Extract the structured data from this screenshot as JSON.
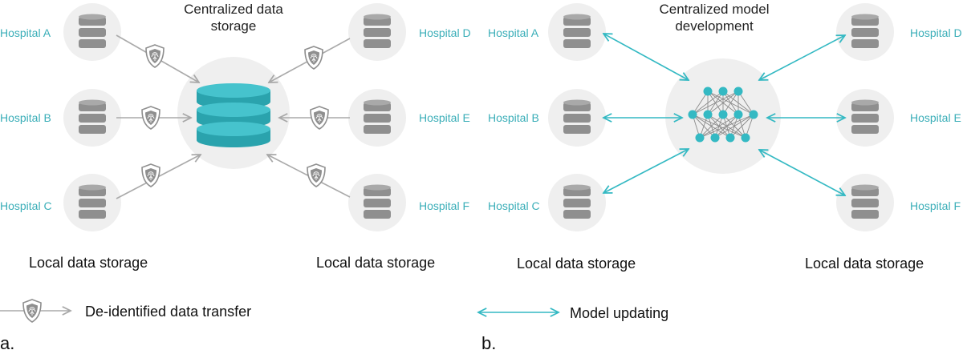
{
  "panel_a": {
    "title_line1": "Centralized data",
    "title_line2": "storage",
    "hospitals": [
      "Hospital A",
      "Hospital B",
      "Hospital C",
      "Hospital D",
      "Hospital E",
      "Hospital F"
    ],
    "local_left": "Local data storage",
    "local_right": "Local data storage",
    "legend": "De-identified data transfer",
    "panel_label": "a."
  },
  "panel_b": {
    "title_line1": "Centralized model",
    "title_line2": "development",
    "hospitals": [
      "Hospital A",
      "Hospital B",
      "Hospital C",
      "Hospital D",
      "Hospital E",
      "Hospital F"
    ],
    "local_left": "Local data storage",
    "local_right": "Local data storage",
    "legend": "Model updating",
    "panel_label": "b."
  },
  "colors": {
    "teal": "#34b9c3",
    "teal_dark": "#2aa3ad",
    "label_teal": "#3aaeb8",
    "circle_bg": "#eeeeee",
    "db_gray": "#8f8f8f",
    "arrow_gray": "#aaaaaa"
  },
  "icons": {
    "local_db": "database-icon",
    "central_db": "database-icon",
    "transfer": "fingerprint-shield-icon",
    "model": "neural-network-icon"
  }
}
